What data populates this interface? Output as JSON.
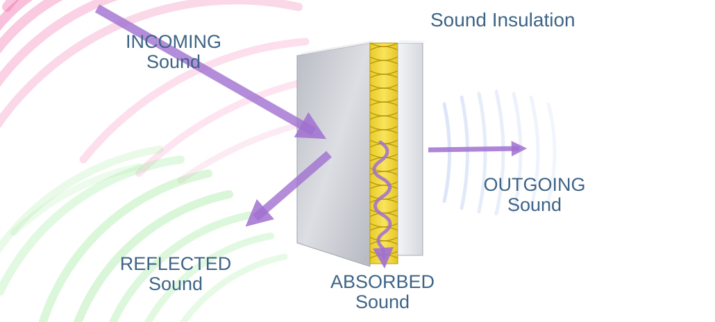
{
  "title": "Sound Insulation",
  "labels": {
    "incoming": {
      "line1": "INCOMING",
      "line2": "Sound"
    },
    "outgoing": {
      "line1": "OUTGOING",
      "line2": "Sound"
    },
    "reflected": {
      "line1": "REFLECTED",
      "line2": "Sound"
    },
    "absorbed": {
      "line1": "ABSORBED",
      "line2": "Sound"
    }
  },
  "colors": {
    "label_text": "#3d6486",
    "incoming_waves": "#f05aa0",
    "reflected_waves": "#8fe68c",
    "outgoing_waves": "#b4c8f0",
    "arrows": "#a070d0",
    "insulation": "#f2dc3c",
    "panel": "#c9ccd3"
  }
}
